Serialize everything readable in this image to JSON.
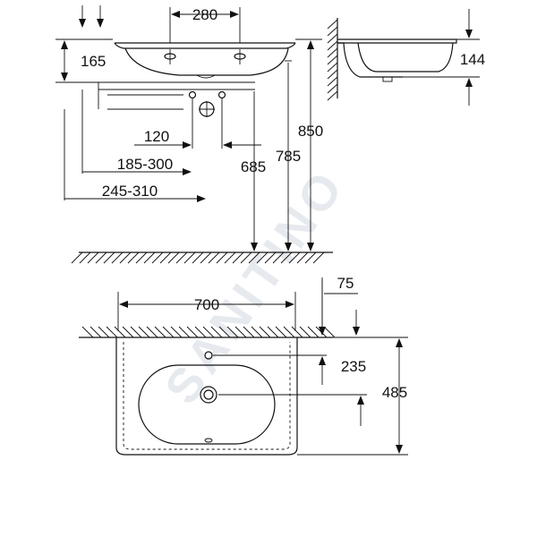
{
  "watermark": "SANITINO",
  "dimensions": {
    "top_hole_spacing": "280",
    "rim_height": "165",
    "side_height": "144",
    "tap_offset": "120",
    "range_1": "185-300",
    "range_2": "245-310",
    "floor_685": "685",
    "floor_785": "785",
    "floor_850": "850",
    "width": "700",
    "wall_offset": "75",
    "hole_to_drain": "235",
    "depth": "485"
  }
}
